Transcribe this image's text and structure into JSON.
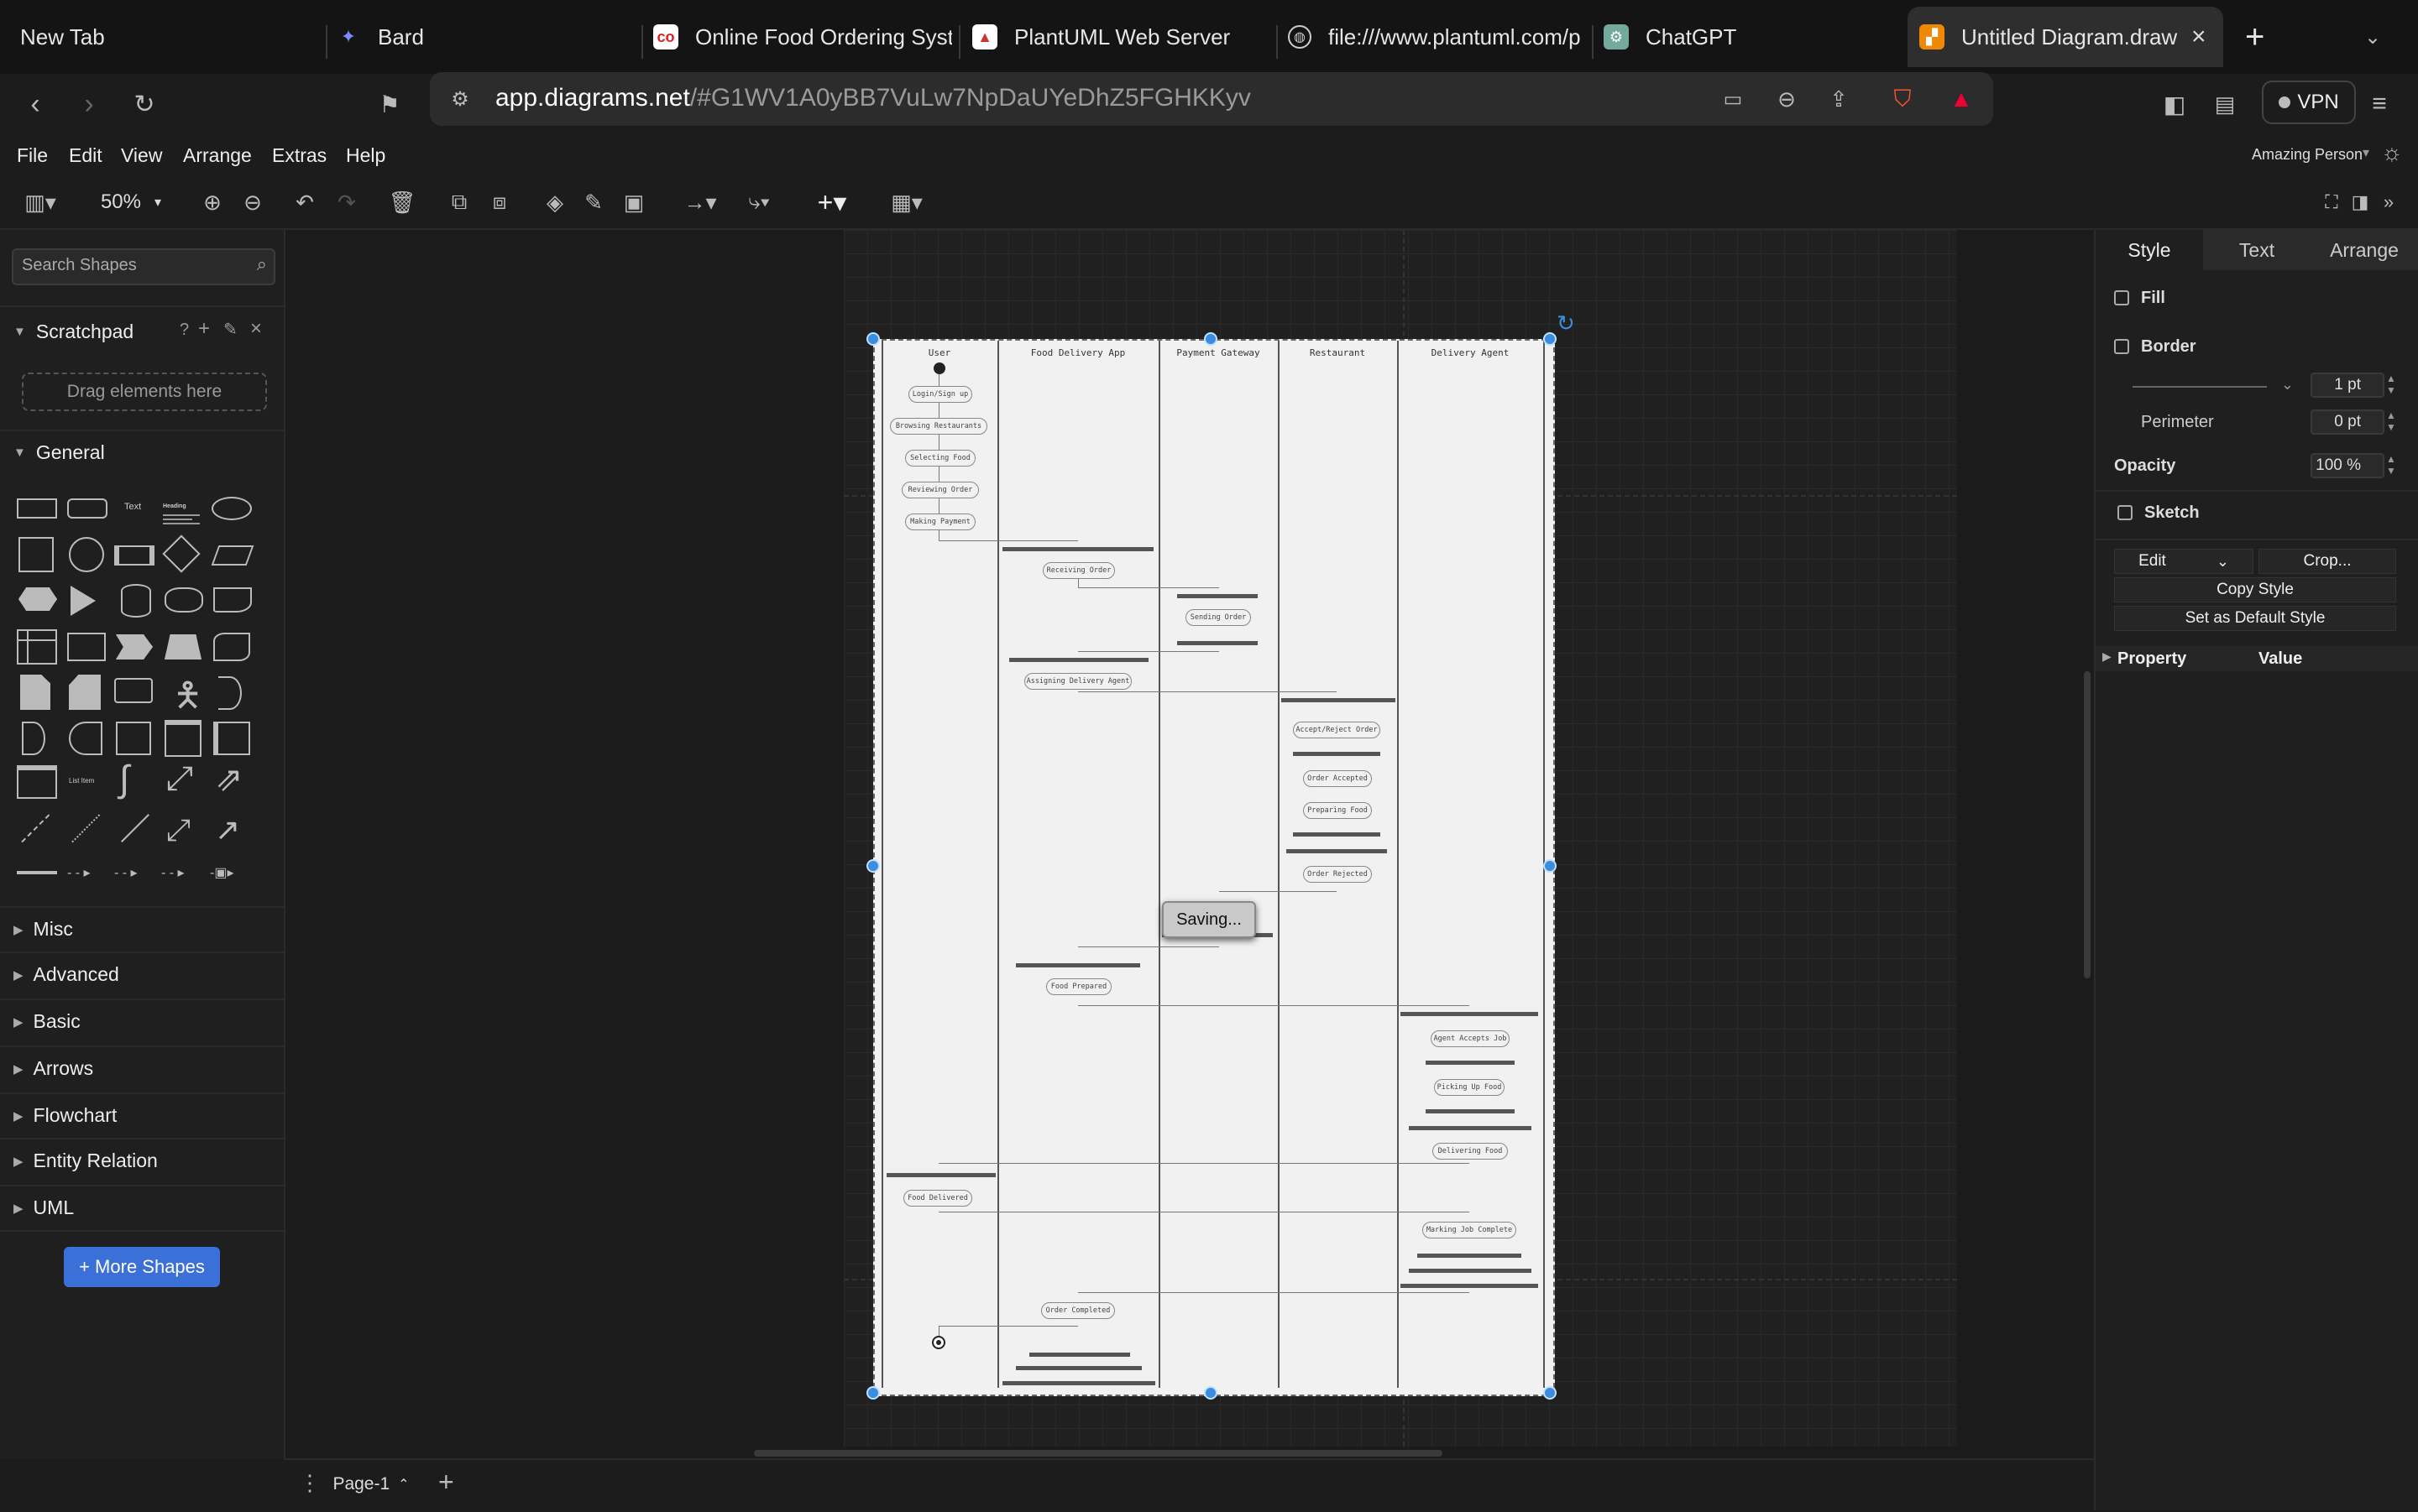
{
  "browser": {
    "tabs": [
      {
        "title": "New Tab",
        "icon": "none"
      },
      {
        "title": "Bard",
        "icon": "bard-sparkle-icon"
      },
      {
        "title": "Online Food Ordering Syste",
        "icon": "site-icon"
      },
      {
        "title": "PlantUML Web Server",
        "icon": "plantuml-icon"
      },
      {
        "title": "file:///www.plantuml.com/p",
        "icon": "globe-icon"
      },
      {
        "title": "ChatGPT",
        "icon": "chatgpt-icon"
      },
      {
        "title": "Untitled Diagram.draw",
        "icon": "drawio-icon",
        "active": true
      }
    ],
    "url_host": "app.diagrams.net",
    "url_rest": "/#G1WV1A0yBB7VuLw7NpDaUYeDhZ5FGHKKyv",
    "vpn_label": "VPN"
  },
  "menu": {
    "items": [
      "File",
      "Edit",
      "View",
      "Arrange",
      "Extras",
      "Help"
    ],
    "user": "Amazing Person"
  },
  "toolbar": {
    "zoom": "50%"
  },
  "left_panel": {
    "search_placeholder": "Search Shapes",
    "scratchpad_title": "Scratchpad",
    "scratchpad_help": "?",
    "drag_hint": "Drag elements here",
    "general_title": "General",
    "sections": [
      "Misc",
      "Advanced",
      "Basic",
      "Arrows",
      "Flowchart",
      "Entity Relation",
      "UML"
    ],
    "more_shapes": "+ More Shapes",
    "shape_text_label": "Text",
    "shape_heading_label": "Heading",
    "shape_list_label": "List Item"
  },
  "diagram": {
    "lanes": [
      "User",
      "Food Delivery App",
      "Payment Gateway",
      "Restaurant",
      "Delivery Agent"
    ],
    "activities": [
      "Login/Sign up",
      "Browsing Restaurants",
      "Selecting Food",
      "Reviewing Order",
      "Making Payment",
      "Receiving Order",
      "Sending Order",
      "Assigning Delivery Agent",
      "Accept/Reject Order",
      "Order Accepted",
      "Preparing Food",
      "Order Rejected",
      "Food Prepared",
      "Agent Accepts Job",
      "Picking Up Food",
      "Delivering Food",
      "Food Delivered",
      "Marking Job Complete",
      "Order Completed"
    ],
    "saving_label": "Saving..."
  },
  "right_panel": {
    "tabs": [
      "Style",
      "Text",
      "Arrange"
    ],
    "fill_label": "Fill",
    "border_label": "Border",
    "border_width": "1 pt",
    "perimeter_label": "Perimeter",
    "perimeter_value": "0 pt",
    "opacity_label": "Opacity",
    "opacity_value": "100 %",
    "sketch_label": "Sketch",
    "edit_label": "Edit",
    "crop_label": "Crop...",
    "copy_style": "Copy Style",
    "default_style": "Set as Default Style",
    "property_header": "Property",
    "value_header": "Value"
  },
  "bottom": {
    "page_name": "Page-1"
  },
  "colors": {
    "accent": "#3c8dde",
    "more_shapes_bg": "#3a70d8"
  }
}
